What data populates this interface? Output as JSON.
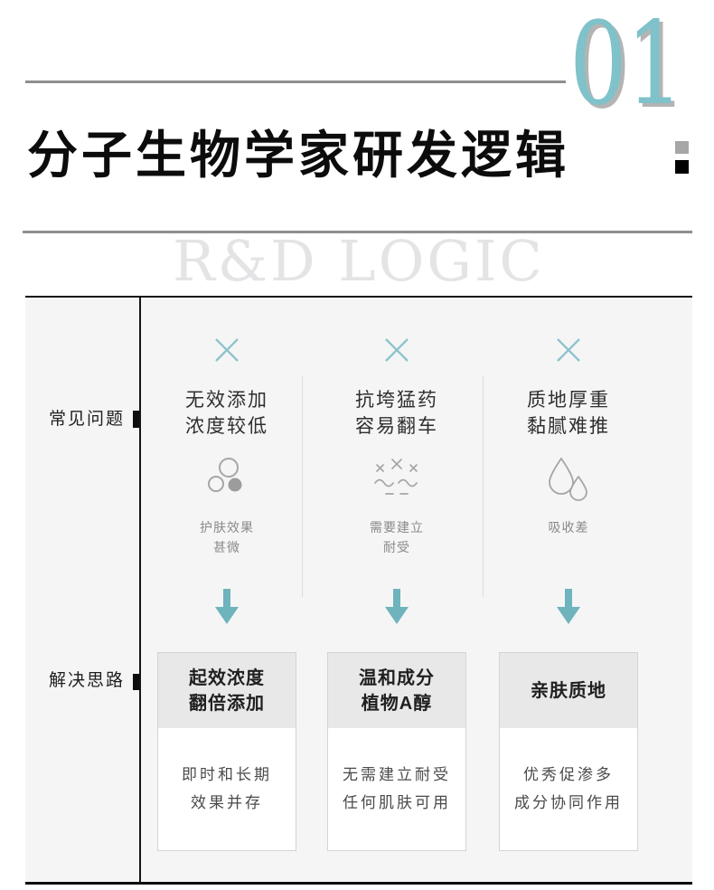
{
  "header": {
    "section_number": "01",
    "title": "分子生物学家研发逻辑",
    "watermark": "R&D LOGIC"
  },
  "rows": {
    "problems_label": "常见问题",
    "solutions_label": "解决思路"
  },
  "columns": [
    {
      "problem_line1": "无效添加",
      "problem_line2": "浓度较低",
      "icon": "bubbles-icon",
      "caption_line1": "护肤效果",
      "caption_line2": "甚微",
      "solution_line1": "起效浓度",
      "solution_line2": "翻倍添加",
      "desc_line1": "即时和长期",
      "desc_line2": "效果并存"
    },
    {
      "problem_line1": "抗垮猛药",
      "problem_line2": "容易翻车",
      "icon": "dizzy-icon",
      "caption_line1": "需要建立",
      "caption_line2": "耐受",
      "solution_line1": "温和成分",
      "solution_line2": "植物A醇",
      "desc_line1": "无需建立耐受",
      "desc_line2": "任何肌肤可用"
    },
    {
      "problem_line1": "质地厚重",
      "problem_line2": "黏腻难推",
      "icon": "droplets-icon",
      "caption_line1": "吸收差",
      "caption_line2": "",
      "solution_line1": "亲肤质地",
      "solution_line2": "",
      "desc_line1": "优秀促渗多",
      "desc_line2": "成分协同作用"
    }
  ],
  "colors": {
    "number_teal": "#7fc2ca",
    "cross_teal": "#8cc3cc",
    "arrow_teal": "#6fb3bd",
    "panel_bg": "#f5f5f6",
    "rule_gray": "#8f8f8f",
    "icon_gray": "#a6a6a6",
    "card_header_bg": "#e8e8e8"
  }
}
